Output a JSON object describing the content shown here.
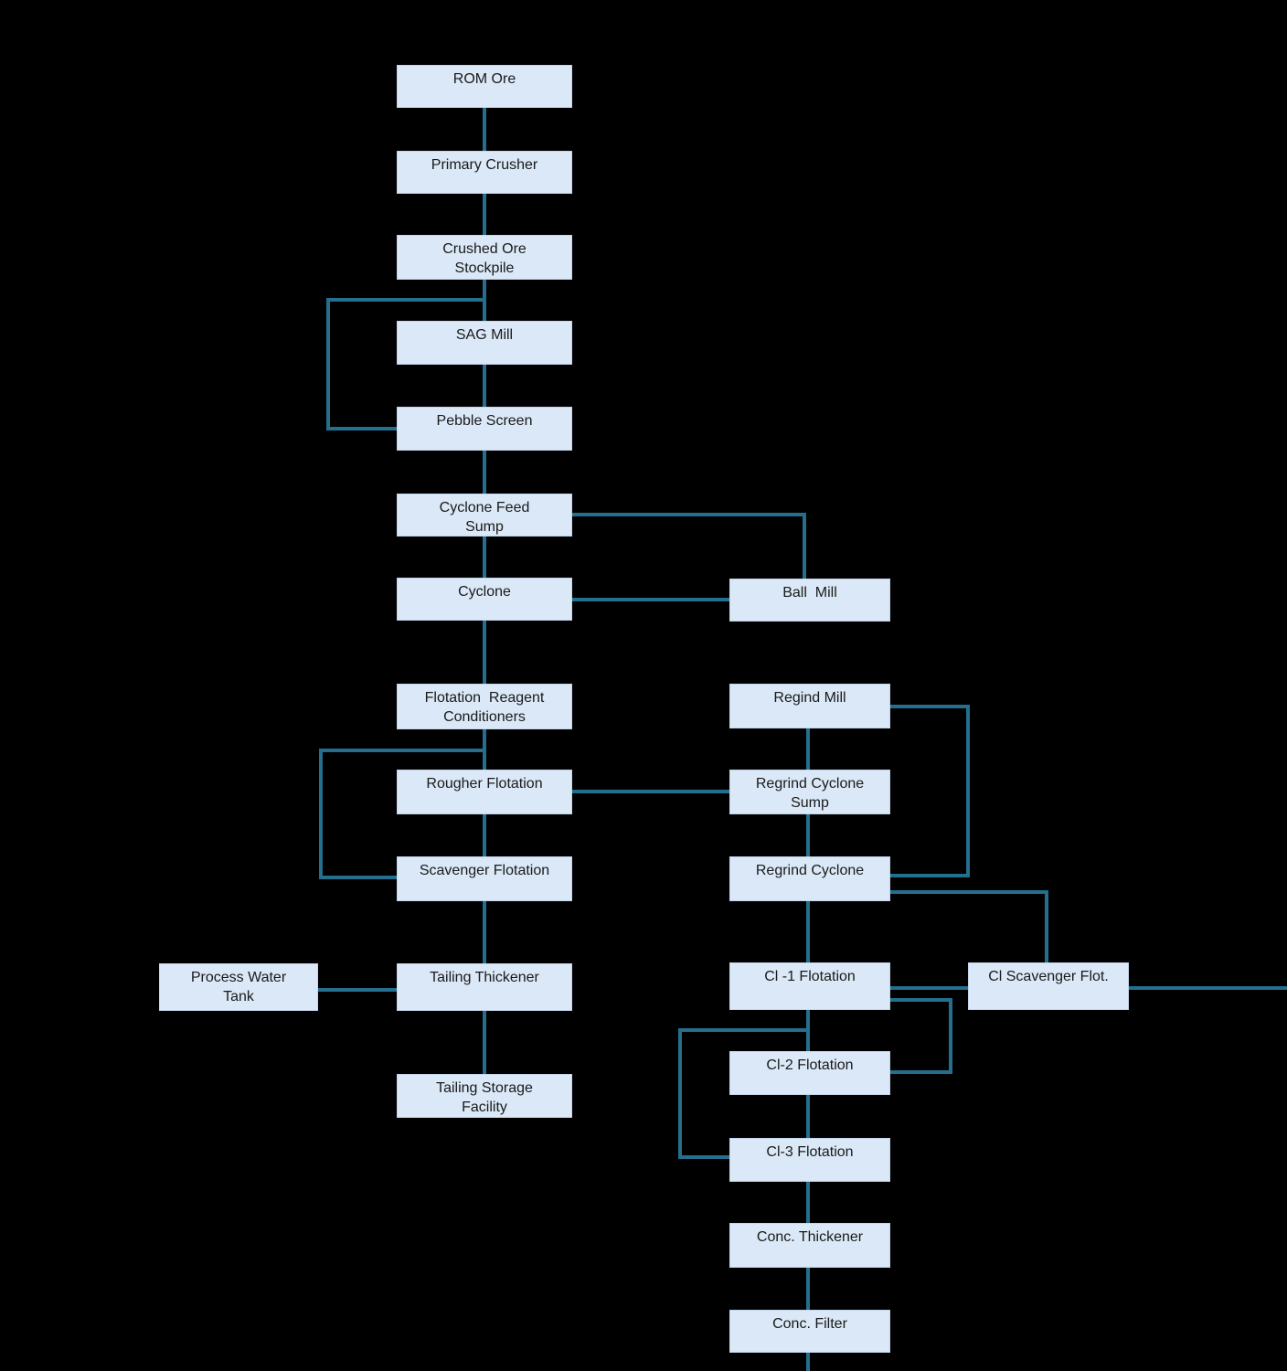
{
  "diagram": {
    "type": "flowchart",
    "description": "Mineral processing flotation plant flowsheet",
    "colors": {
      "background": "#000000",
      "node_fill": "#dae8f7",
      "node_border": "#c3d6ec",
      "connector": "#256f8e",
      "text": "#1a1a1a"
    },
    "nodes": [
      {
        "id": "rom-ore",
        "label": "ROM Ore"
      },
      {
        "id": "primary-crusher",
        "label": "Primary Crusher"
      },
      {
        "id": "crushed-ore-stockpile",
        "label": "Crushed Ore\nStockpile"
      },
      {
        "id": "sag-mill",
        "label": "SAG Mill"
      },
      {
        "id": "pebble-screen",
        "label": "Pebble Screen"
      },
      {
        "id": "cyclone-feed-sump",
        "label": "Cyclone Feed\nSump"
      },
      {
        "id": "cyclone",
        "label": "Cyclone"
      },
      {
        "id": "ball-mill",
        "label": "Ball  Mill"
      },
      {
        "id": "flotation-reagent-conditioners",
        "label": "Flotation  Reagent\nConditioners"
      },
      {
        "id": "regind-mill",
        "label": "Regind Mill"
      },
      {
        "id": "rougher-flotation",
        "label": "Rougher Flotation"
      },
      {
        "id": "regrind-cyclone-sump",
        "label": "Regrind Cyclone\nSump"
      },
      {
        "id": "scavenger-flotation",
        "label": "Scavenger Flotation"
      },
      {
        "id": "regrind-cyclone",
        "label": "Regrind Cyclone"
      },
      {
        "id": "process-water-tank",
        "label": "Process Water\nTank"
      },
      {
        "id": "tailing-thickener",
        "label": "Tailing Thickener"
      },
      {
        "id": "cl1-flotation",
        "label": "Cl -1 Flotation"
      },
      {
        "id": "cl-scavenger-flot",
        "label": "Cl Scavenger Flot."
      },
      {
        "id": "tailing-storage-facility",
        "label": "Tailing Storage\nFacility"
      },
      {
        "id": "cl2-flotation",
        "label": "Cl-2 Flotation"
      },
      {
        "id": "cl3-flotation",
        "label": "Cl-3 Flotation"
      },
      {
        "id": "conc-thickener",
        "label": "Conc. Thickener"
      },
      {
        "id": "conc-filter",
        "label": "Conc. Filter"
      }
    ],
    "connections": [
      {
        "from": "rom-ore",
        "to": "primary-crusher"
      },
      {
        "from": "primary-crusher",
        "to": "crushed-ore-stockpile"
      },
      {
        "from": "crushed-ore-stockpile",
        "to": "sag-mill"
      },
      {
        "from": "sag-mill",
        "to": "pebble-screen"
      },
      {
        "from": "pebble-screen",
        "to": "sag-mill",
        "note": "pebble recycle loop"
      },
      {
        "from": "pebble-screen",
        "to": "cyclone-feed-sump"
      },
      {
        "from": "cyclone-feed-sump",
        "to": "cyclone"
      },
      {
        "from": "ball-mill",
        "to": "cyclone-feed-sump"
      },
      {
        "from": "cyclone",
        "to": "ball-mill"
      },
      {
        "from": "cyclone",
        "to": "flotation-reagent-conditioners"
      },
      {
        "from": "flotation-reagent-conditioners",
        "to": "rougher-flotation"
      },
      {
        "from": "scavenger-flotation",
        "to": "rougher-flotation",
        "note": "recycle loop"
      },
      {
        "from": "rougher-flotation",
        "to": "scavenger-flotation"
      },
      {
        "from": "rougher-flotation",
        "to": "regrind-cyclone-sump"
      },
      {
        "from": "regind-mill",
        "to": "regrind-cyclone-sump"
      },
      {
        "from": "regrind-cyclone-sump",
        "to": "regrind-cyclone"
      },
      {
        "from": "regrind-cyclone",
        "to": "regind-mill",
        "note": "regrind loop"
      },
      {
        "from": "regrind-cyclone",
        "to": "cl1-flotation"
      },
      {
        "from": "regrind-cyclone",
        "to": "cl-scavenger-flot"
      },
      {
        "from": "cl1-flotation",
        "to": "cl-scavenger-flot"
      },
      {
        "from": "cl1-flotation",
        "to": "cl2-flotation"
      },
      {
        "from": "cl2-flotation",
        "to": "cl1-flotation",
        "note": "recycle loop"
      },
      {
        "from": "cl2-flotation",
        "to": "cl3-flotation"
      },
      {
        "from": "cl3-flotation",
        "to": "cl2-flotation",
        "note": "recycle loop"
      },
      {
        "from": "cl3-flotation",
        "to": "conc-thickener"
      },
      {
        "from": "conc-thickener",
        "to": "conc-filter"
      },
      {
        "from": "conc-filter",
        "to": "offscreen-bottom"
      },
      {
        "from": "cl-scavenger-flot",
        "to": "offscreen-right"
      },
      {
        "from": "scavenger-flotation",
        "to": "tailing-thickener"
      },
      {
        "from": "process-water-tank",
        "to": "tailing-thickener"
      },
      {
        "from": "tailing-thickener",
        "to": "tailing-storage-facility"
      }
    ]
  }
}
